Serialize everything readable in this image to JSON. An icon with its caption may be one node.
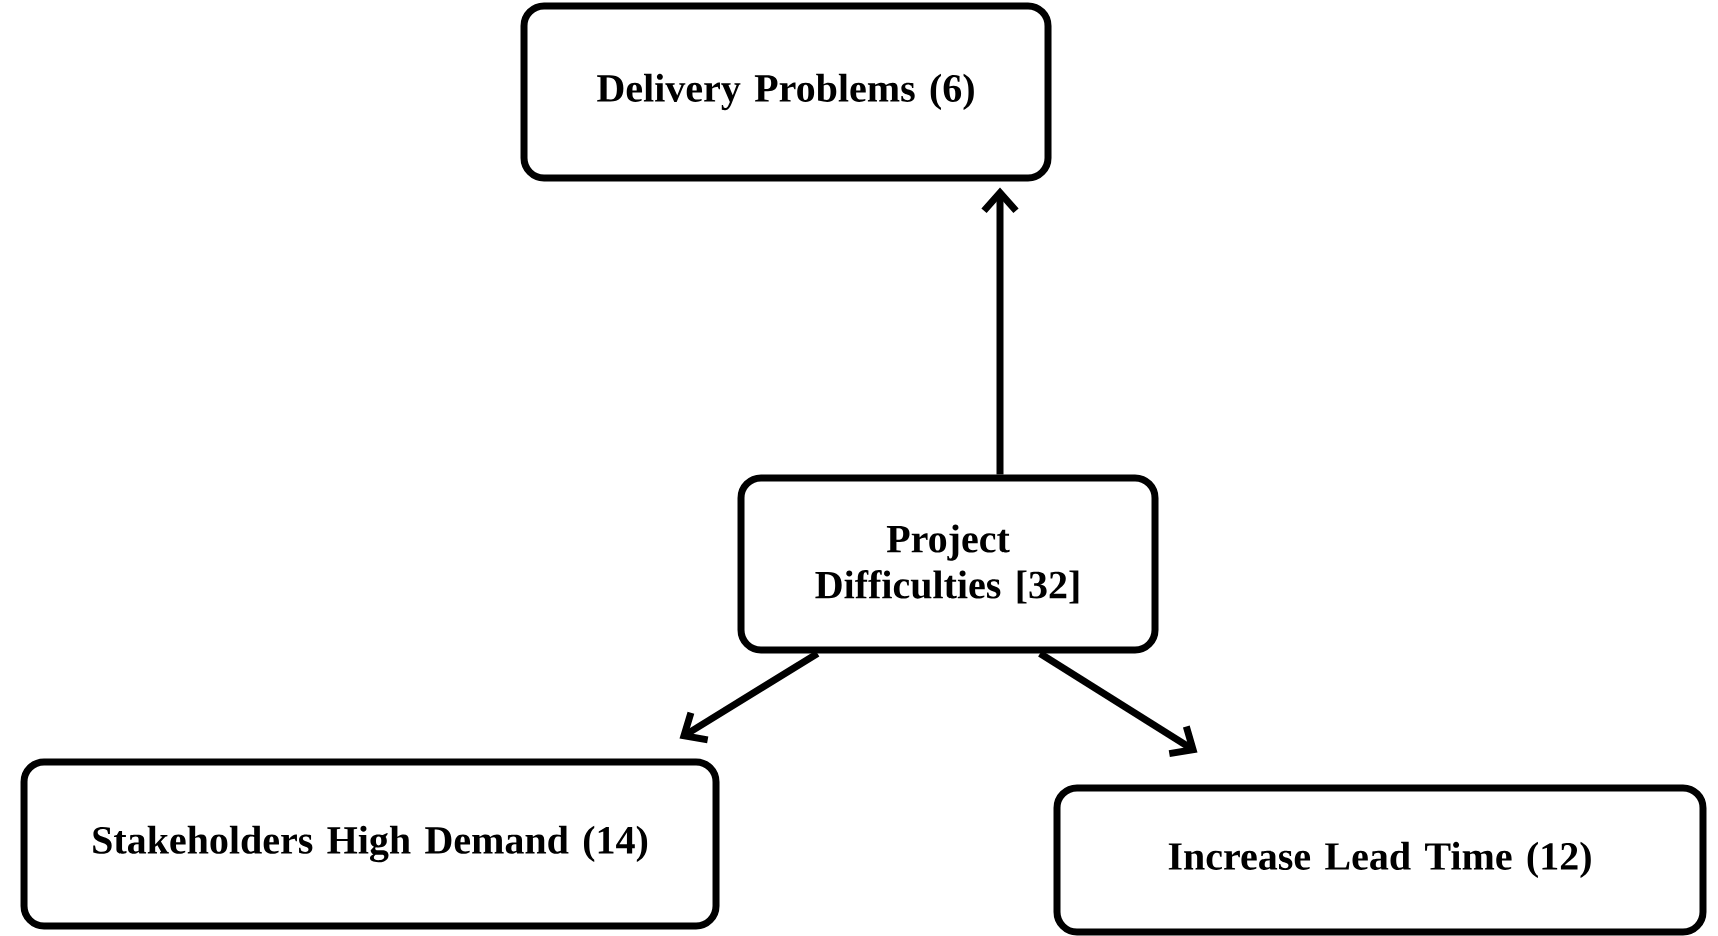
{
  "diagram": {
    "nodes": [
      {
        "text": [
          "Delivery Problems (6)"
        ]
      },
      {
        "text": [
          "Project Difficulties [32]"
        ]
      },
      {
        "text": [
          "Stakeholders High Demand (14)"
        ]
      },
      {
        "text": [
          "Increase Lead Time (12)"
        ]
      }
    ],
    "edges": [
      {
        "from": 1,
        "to": 0,
        "arrow": "to"
      },
      {
        "from": 1,
        "to": 2,
        "arrow": "to"
      },
      {
        "from": 1,
        "to": 3,
        "arrow": "to"
      }
    ]
  }
}
